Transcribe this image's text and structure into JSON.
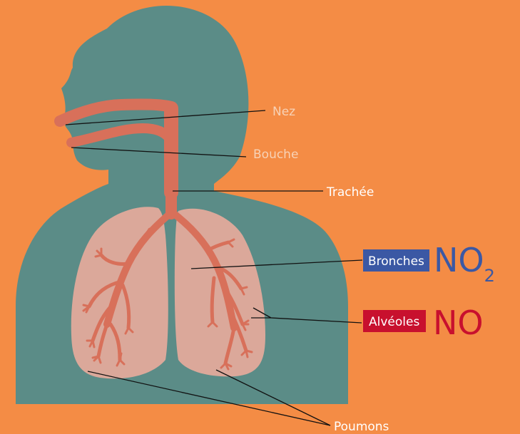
{
  "colors": {
    "background": "#F48C45",
    "body": "#5B8C87",
    "airway": "#D8705A",
    "lungs": "#DBA89A",
    "bronches_badge": "#3B58A4",
    "alveoles_badge": "#C8102E",
    "no2_text": "#3B58A4",
    "no_text": "#C8102E"
  },
  "labels": {
    "nez": "Nez",
    "bouche": "Bouche",
    "trachee": "Trachée",
    "bronches": "Bronches",
    "alveoles": "Alvéoles",
    "poumons": "Poumons"
  },
  "gases": {
    "no2_main": "NO",
    "no2_subscript": "2",
    "no": "NO"
  }
}
